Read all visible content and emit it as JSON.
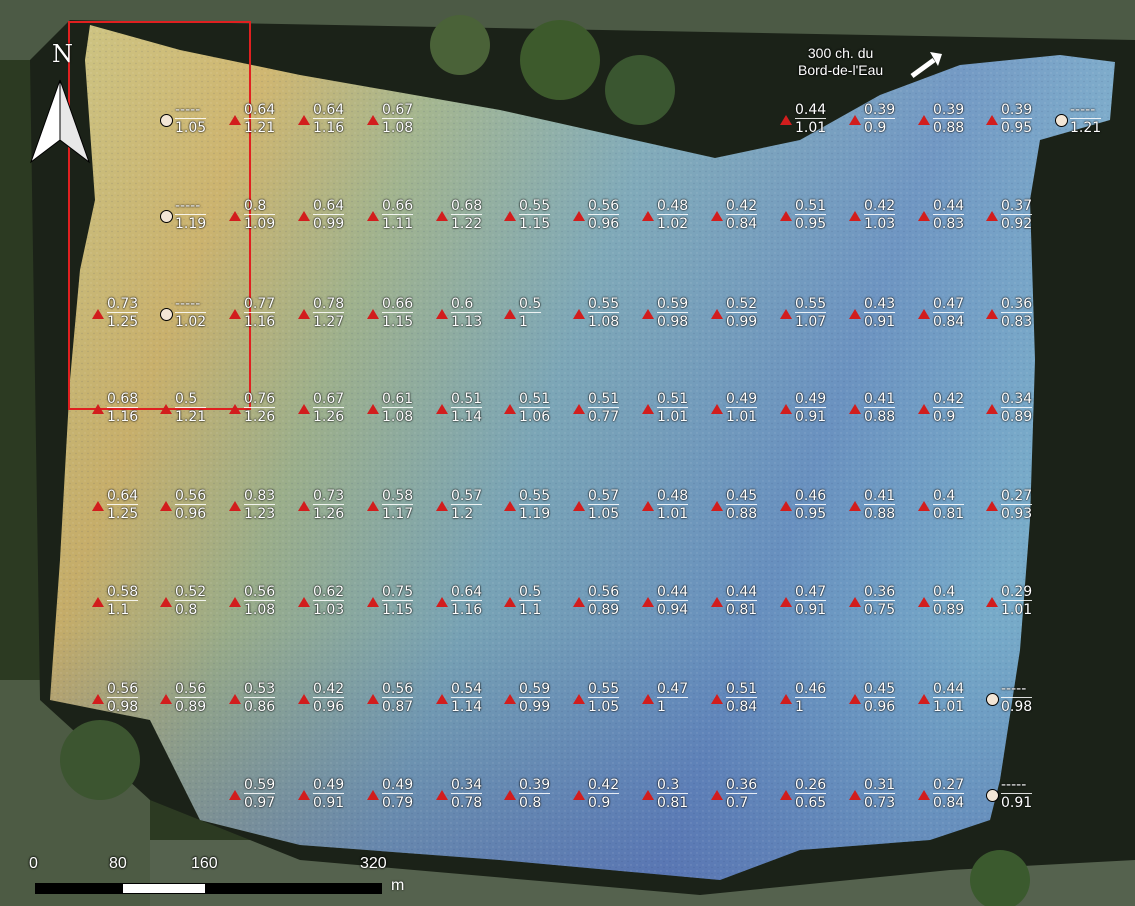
{
  "map": {
    "north_label": "N",
    "address_line1": "300 ch. du",
    "address_line2": "Bord-de-l'Eau",
    "scale": {
      "ticks": [
        "0",
        "80",
        "160",
        "320"
      ],
      "unit": "m"
    },
    "colors": {
      "triangle": "#d21d1d",
      "dot": "#f3e6d6",
      "highlight_box": "#e02020"
    },
    "points": [
      {
        "r": 0,
        "c": 1,
        "type": "dot",
        "top": "-----",
        "bottom": "1.05"
      },
      {
        "r": 0,
        "c": 2,
        "type": "tri",
        "top": "0.64",
        "bottom": "1.21"
      },
      {
        "r": 0,
        "c": 3,
        "type": "tri",
        "top": "0.64",
        "bottom": "1.16"
      },
      {
        "r": 0,
        "c": 4,
        "type": "tri",
        "top": "0.67",
        "bottom": "1.08"
      },
      {
        "r": 0,
        "c": 10,
        "type": "tri",
        "top": "0.44",
        "bottom": "1.01"
      },
      {
        "r": 0,
        "c": 11,
        "type": "tri",
        "top": "0.39",
        "bottom": "0.9"
      },
      {
        "r": 0,
        "c": 12,
        "type": "tri",
        "top": "0.39",
        "bottom": "0.88"
      },
      {
        "r": 0,
        "c": 13,
        "type": "tri",
        "top": "0.39",
        "bottom": "0.95"
      },
      {
        "r": 0,
        "c": 14,
        "type": "dot",
        "top": "-----",
        "bottom": "1.21"
      },
      {
        "r": 1,
        "c": 1,
        "type": "dot",
        "top": "-----",
        "bottom": "1.19"
      },
      {
        "r": 1,
        "c": 2,
        "type": "tri",
        "top": "0.8",
        "bottom": "1.09"
      },
      {
        "r": 1,
        "c": 3,
        "type": "tri",
        "top": "0.64",
        "bottom": "0.99"
      },
      {
        "r": 1,
        "c": 4,
        "type": "tri",
        "top": "0.66",
        "bottom": "1.11"
      },
      {
        "r": 1,
        "c": 5,
        "type": "tri",
        "top": "0.68",
        "bottom": "1.22"
      },
      {
        "r": 1,
        "c": 6,
        "type": "tri",
        "top": "0.55",
        "bottom": "1.15"
      },
      {
        "r": 1,
        "c": 7,
        "type": "tri",
        "top": "0.56",
        "bottom": "0.96"
      },
      {
        "r": 1,
        "c": 8,
        "type": "tri",
        "top": "0.48",
        "bottom": "1.02"
      },
      {
        "r": 1,
        "c": 9,
        "type": "tri",
        "top": "0.42",
        "bottom": "0.84"
      },
      {
        "r": 1,
        "c": 10,
        "type": "tri",
        "top": "0.51",
        "bottom": "0.95"
      },
      {
        "r": 1,
        "c": 11,
        "type": "tri",
        "top": "0.42",
        "bottom": "1.03"
      },
      {
        "r": 1,
        "c": 12,
        "type": "tri",
        "top": "0.44",
        "bottom": "0.83"
      },
      {
        "r": 1,
        "c": 13,
        "type": "tri",
        "top": "0.37",
        "bottom": "0.92"
      },
      {
        "r": 2,
        "c": 0,
        "type": "tri",
        "top": "0.73",
        "bottom": "1.25"
      },
      {
        "r": 2,
        "c": 1,
        "type": "dot",
        "top": "-----",
        "bottom": "1.02"
      },
      {
        "r": 2,
        "c": 2,
        "type": "tri",
        "top": "0.77",
        "bottom": "1.16"
      },
      {
        "r": 2,
        "c": 3,
        "type": "tri",
        "top": "0.78",
        "bottom": "1.27"
      },
      {
        "r": 2,
        "c": 4,
        "type": "tri",
        "top": "0.66",
        "bottom": "1.15"
      },
      {
        "r": 2,
        "c": 5,
        "type": "tri",
        "top": "0.6",
        "bottom": "1.13"
      },
      {
        "r": 2,
        "c": 6,
        "type": "tri",
        "top": "0.5",
        "bottom": "1"
      },
      {
        "r": 2,
        "c": 7,
        "type": "tri",
        "top": "0.55",
        "bottom": "1.08"
      },
      {
        "r": 2,
        "c": 8,
        "type": "tri",
        "top": "0.59",
        "bottom": "0.98"
      },
      {
        "r": 2,
        "c": 9,
        "type": "tri",
        "top": "0.52",
        "bottom": "0.99"
      },
      {
        "r": 2,
        "c": 10,
        "type": "tri",
        "top": "0.55",
        "bottom": "1.07"
      },
      {
        "r": 2,
        "c": 11,
        "type": "tri",
        "top": "0.43",
        "bottom": "0.91"
      },
      {
        "r": 2,
        "c": 12,
        "type": "tri",
        "top": "0.47",
        "bottom": "0.84"
      },
      {
        "r": 2,
        "c": 13,
        "type": "tri",
        "top": "0.36",
        "bottom": "0.83"
      },
      {
        "r": 3,
        "c": 0,
        "type": "tri",
        "top": "0.68",
        "bottom": "1.16"
      },
      {
        "r": 3,
        "c": 1,
        "type": "tri",
        "top": "0.5",
        "bottom": "1.21"
      },
      {
        "r": 3,
        "c": 2,
        "type": "tri",
        "top": "0.76",
        "bottom": "1.26"
      },
      {
        "r": 3,
        "c": 3,
        "type": "tri",
        "top": "0.67",
        "bottom": "1.26"
      },
      {
        "r": 3,
        "c": 4,
        "type": "tri",
        "top": "0.61",
        "bottom": "1.08"
      },
      {
        "r": 3,
        "c": 5,
        "type": "tri",
        "top": "0.51",
        "bottom": "1.14"
      },
      {
        "r": 3,
        "c": 6,
        "type": "tri",
        "top": "0.51",
        "bottom": "1.06"
      },
      {
        "r": 3,
        "c": 7,
        "type": "tri",
        "top": "0.51",
        "bottom": "0.77"
      },
      {
        "r": 3,
        "c": 8,
        "type": "tri",
        "top": "0.51",
        "bottom": "1.01"
      },
      {
        "r": 3,
        "c": 9,
        "type": "tri",
        "top": "0.49",
        "bottom": "1.01"
      },
      {
        "r": 3,
        "c": 10,
        "type": "tri",
        "top": "0.49",
        "bottom": "0.91"
      },
      {
        "r": 3,
        "c": 11,
        "type": "tri",
        "top": "0.41",
        "bottom": "0.88"
      },
      {
        "r": 3,
        "c": 12,
        "type": "tri",
        "top": "0.42",
        "bottom": "0.9"
      },
      {
        "r": 3,
        "c": 13,
        "type": "tri",
        "top": "0.34",
        "bottom": "0.89"
      },
      {
        "r": 4,
        "c": 0,
        "type": "tri",
        "top": "0.64",
        "bottom": "1.25"
      },
      {
        "r": 4,
        "c": 1,
        "type": "tri",
        "top": "0.56",
        "bottom": "0.96"
      },
      {
        "r": 4,
        "c": 2,
        "type": "tri",
        "top": "0.83",
        "bottom": "1.23"
      },
      {
        "r": 4,
        "c": 3,
        "type": "tri",
        "top": "0.73",
        "bottom": "1.26"
      },
      {
        "r": 4,
        "c": 4,
        "type": "tri",
        "top": "0.58",
        "bottom": "1.17"
      },
      {
        "r": 4,
        "c": 5,
        "type": "tri",
        "top": "0.57",
        "bottom": "1.2"
      },
      {
        "r": 4,
        "c": 6,
        "type": "tri",
        "top": "0.55",
        "bottom": "1.19"
      },
      {
        "r": 4,
        "c": 7,
        "type": "tri",
        "top": "0.57",
        "bottom": "1.05"
      },
      {
        "r": 4,
        "c": 8,
        "type": "tri",
        "top": "0.48",
        "bottom": "1.01"
      },
      {
        "r": 4,
        "c": 9,
        "type": "tri",
        "top": "0.45",
        "bottom": "0.88"
      },
      {
        "r": 4,
        "c": 10,
        "type": "tri",
        "top": "0.46",
        "bottom": "0.95"
      },
      {
        "r": 4,
        "c": 11,
        "type": "tri",
        "top": "0.41",
        "bottom": "0.88"
      },
      {
        "r": 4,
        "c": 12,
        "type": "tri",
        "top": "0.4",
        "bottom": "0.81"
      },
      {
        "r": 4,
        "c": 13,
        "type": "tri",
        "top": "0.27",
        "bottom": "0.93"
      },
      {
        "r": 5,
        "c": 0,
        "type": "tri",
        "top": "0.58",
        "bottom": "1.1"
      },
      {
        "r": 5,
        "c": 1,
        "type": "tri",
        "top": "0.52",
        "bottom": "0.8"
      },
      {
        "r": 5,
        "c": 2,
        "type": "tri",
        "top": "0.56",
        "bottom": "1.08"
      },
      {
        "r": 5,
        "c": 3,
        "type": "tri",
        "top": "0.62",
        "bottom": "1.03"
      },
      {
        "r": 5,
        "c": 4,
        "type": "tri",
        "top": "0.75",
        "bottom": "1.15"
      },
      {
        "r": 5,
        "c": 5,
        "type": "tri",
        "top": "0.64",
        "bottom": "1.16"
      },
      {
        "r": 5,
        "c": 6,
        "type": "tri",
        "top": "0.5",
        "bottom": "1.1"
      },
      {
        "r": 5,
        "c": 7,
        "type": "tri",
        "top": "0.56",
        "bottom": "0.89"
      },
      {
        "r": 5,
        "c": 8,
        "type": "tri",
        "top": "0.44",
        "bottom": "0.94"
      },
      {
        "r": 5,
        "c": 9,
        "type": "tri",
        "top": "0.44",
        "bottom": "0.81"
      },
      {
        "r": 5,
        "c": 10,
        "type": "tri",
        "top": "0.47",
        "bottom": "0.91"
      },
      {
        "r": 5,
        "c": 11,
        "type": "tri",
        "top": "0.36",
        "bottom": "0.75"
      },
      {
        "r": 5,
        "c": 12,
        "type": "tri",
        "top": "0.4",
        "bottom": "0.89"
      },
      {
        "r": 5,
        "c": 13,
        "type": "tri",
        "top": "0.29",
        "bottom": "1.01"
      },
      {
        "r": 6,
        "c": 0,
        "type": "tri",
        "top": "0.56",
        "bottom": "0.98"
      },
      {
        "r": 6,
        "c": 1,
        "type": "tri",
        "top": "0.56",
        "bottom": "0.89"
      },
      {
        "r": 6,
        "c": 2,
        "type": "tri",
        "top": "0.53",
        "bottom": "0.86"
      },
      {
        "r": 6,
        "c": 3,
        "type": "tri",
        "top": "0.42",
        "bottom": "0.96"
      },
      {
        "r": 6,
        "c": 4,
        "type": "tri",
        "top": "0.56",
        "bottom": "0.87"
      },
      {
        "r": 6,
        "c": 5,
        "type": "tri",
        "top": "0.54",
        "bottom": "1.14"
      },
      {
        "r": 6,
        "c": 6,
        "type": "tri",
        "top": "0.59",
        "bottom": "0.99"
      },
      {
        "r": 6,
        "c": 7,
        "type": "tri",
        "top": "0.55",
        "bottom": "1.05"
      },
      {
        "r": 6,
        "c": 8,
        "type": "tri",
        "top": "0.47",
        "bottom": "1"
      },
      {
        "r": 6,
        "c": 9,
        "type": "tri",
        "top": "0.51",
        "bottom": "0.84"
      },
      {
        "r": 6,
        "c": 10,
        "type": "tri",
        "top": "0.46",
        "bottom": "1"
      },
      {
        "r": 6,
        "c": 11,
        "type": "tri",
        "top": "0.45",
        "bottom": "0.96"
      },
      {
        "r": 6,
        "c": 12,
        "type": "tri",
        "top": "0.44",
        "bottom": "1.01"
      },
      {
        "r": 6,
        "c": 13,
        "type": "dot",
        "top": "-----",
        "bottom": "0.98"
      },
      {
        "r": 7,
        "c": 2,
        "type": "tri",
        "top": "0.59",
        "bottom": "0.97"
      },
      {
        "r": 7,
        "c": 3,
        "type": "tri",
        "top": "0.49",
        "bottom": "0.91"
      },
      {
        "r": 7,
        "c": 4,
        "type": "tri",
        "top": "0.49",
        "bottom": "0.79"
      },
      {
        "r": 7,
        "c": 5,
        "type": "tri",
        "top": "0.34",
        "bottom": "0.78"
      },
      {
        "r": 7,
        "c": 6,
        "type": "tri",
        "top": "0.39",
        "bottom": "0.8"
      },
      {
        "r": 7,
        "c": 7,
        "type": "tri",
        "top": "0.42",
        "bottom": "0.9"
      },
      {
        "r": 7,
        "c": 8,
        "type": "tri",
        "top": "0.3",
        "bottom": "0.81"
      },
      {
        "r": 7,
        "c": 9,
        "type": "tri",
        "top": "0.36",
        "bottom": "0.7"
      },
      {
        "r": 7,
        "c": 10,
        "type": "tri",
        "top": "0.26",
        "bottom": "0.65"
      },
      {
        "r": 7,
        "c": 11,
        "type": "tri",
        "top": "0.31",
        "bottom": "0.73"
      },
      {
        "r": 7,
        "c": 12,
        "type": "tri",
        "top": "0.27",
        "bottom": "0.84"
      },
      {
        "r": 7,
        "c": 13,
        "type": "dot",
        "top": "-----",
        "bottom": "0.91"
      }
    ]
  }
}
